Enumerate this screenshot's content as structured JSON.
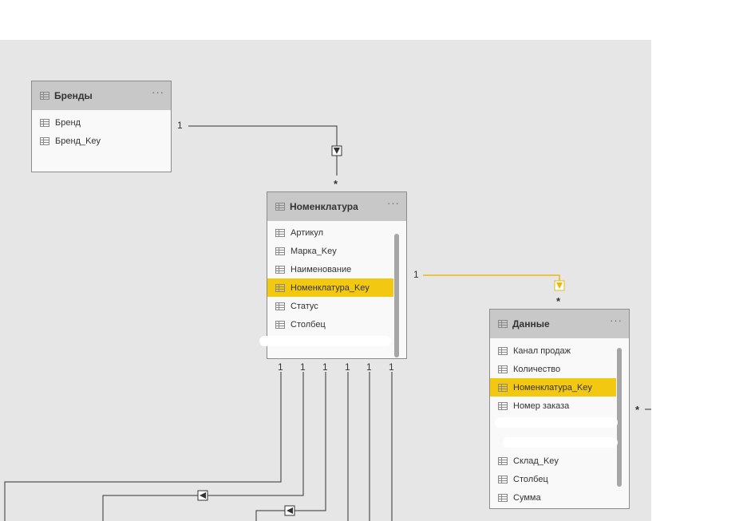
{
  "colors": {
    "highlight": "#f2c811",
    "canvas": "#e6e6e6",
    "header": "#c8c8c8",
    "active_line": "#e8b912"
  },
  "tables": {
    "brands": {
      "title": "Бренды",
      "more": "···",
      "fields": [
        {
          "label": "Бренд",
          "icon": "column-icon"
        },
        {
          "label": "Бренд_Key",
          "icon": "column-icon"
        }
      ]
    },
    "nomenclature": {
      "title": "Номенклатура",
      "more": "···",
      "fields": [
        {
          "label": "Артикул"
        },
        {
          "label": "Марка_Key"
        },
        {
          "label": "Наименование"
        },
        {
          "label": "Номенклатура_Key",
          "selected": true
        },
        {
          "label": "Статус"
        },
        {
          "label": "Столбец"
        }
      ]
    },
    "data": {
      "title": "Данные",
      "more": "···",
      "fields": [
        {
          "label": "Канал продаж"
        },
        {
          "label": "Количество"
        },
        {
          "label": "Номенклатура_Key",
          "selected": true
        },
        {
          "label": "Номер заказа"
        },
        {
          "label": ""
        },
        {
          "label": ""
        },
        {
          "label": "Склад_Key"
        },
        {
          "label": "Столбец"
        },
        {
          "label": "Сумма"
        }
      ]
    }
  },
  "relationships": {
    "brands_card_one": "1",
    "brands_card_many": "*",
    "nom_to_data_one": "1",
    "nom_to_data_many": "*",
    "data_right_many": "*",
    "bottom_ones": [
      "1",
      "1",
      "1",
      "1",
      "1",
      "1"
    ]
  }
}
